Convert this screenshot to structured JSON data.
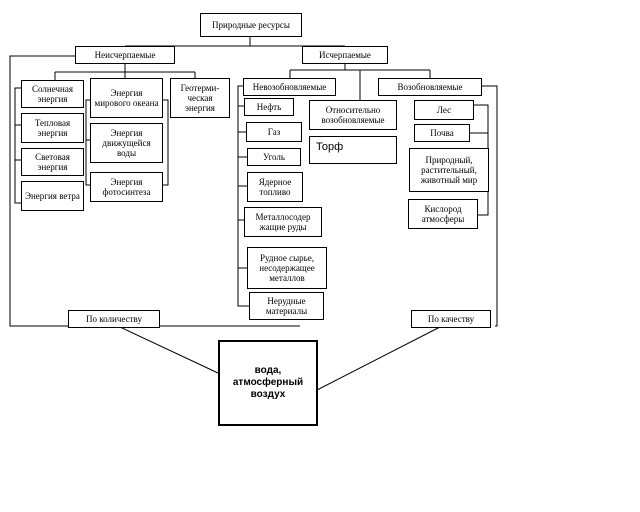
{
  "root": "Природные ресурсы",
  "categories": {
    "inexhaustible": {
      "label": "Неисчерпаемые",
      "items": [
        "Солнечная энергия",
        "Тепловая энергия",
        "Световая энергия",
        "Энергия ветра",
        "Энергия мирового океана",
        "Энергия движущейся воды",
        "Энергия фотосинтеза",
        "Геотерми-ческая энергия"
      ]
    },
    "exhaustible": {
      "label": "Исчерпаемые",
      "non_renewable": {
        "label": "Невозобновляемые",
        "items": [
          "Нефть",
          "Газ",
          "Уголь",
          "Ядерное топливо",
          "Металлосодер жащие руды",
          "Рудное сырье, несодержащее металлов",
          "Нерудные материалы"
        ]
      },
      "relatively_renewable": {
        "label": "Относительно возобновляемые",
        "items": [
          "Торф"
        ]
      },
      "renewable": {
        "label": "Возобновляемые",
        "items": [
          "Лес",
          "Почва",
          "Природный, растительный, животный мир",
          "Кислород атмосферы"
        ]
      }
    }
  },
  "by_quantity": "По количеству",
  "by_quality": "По качеству",
  "center": "вода, атмосферный воздух"
}
